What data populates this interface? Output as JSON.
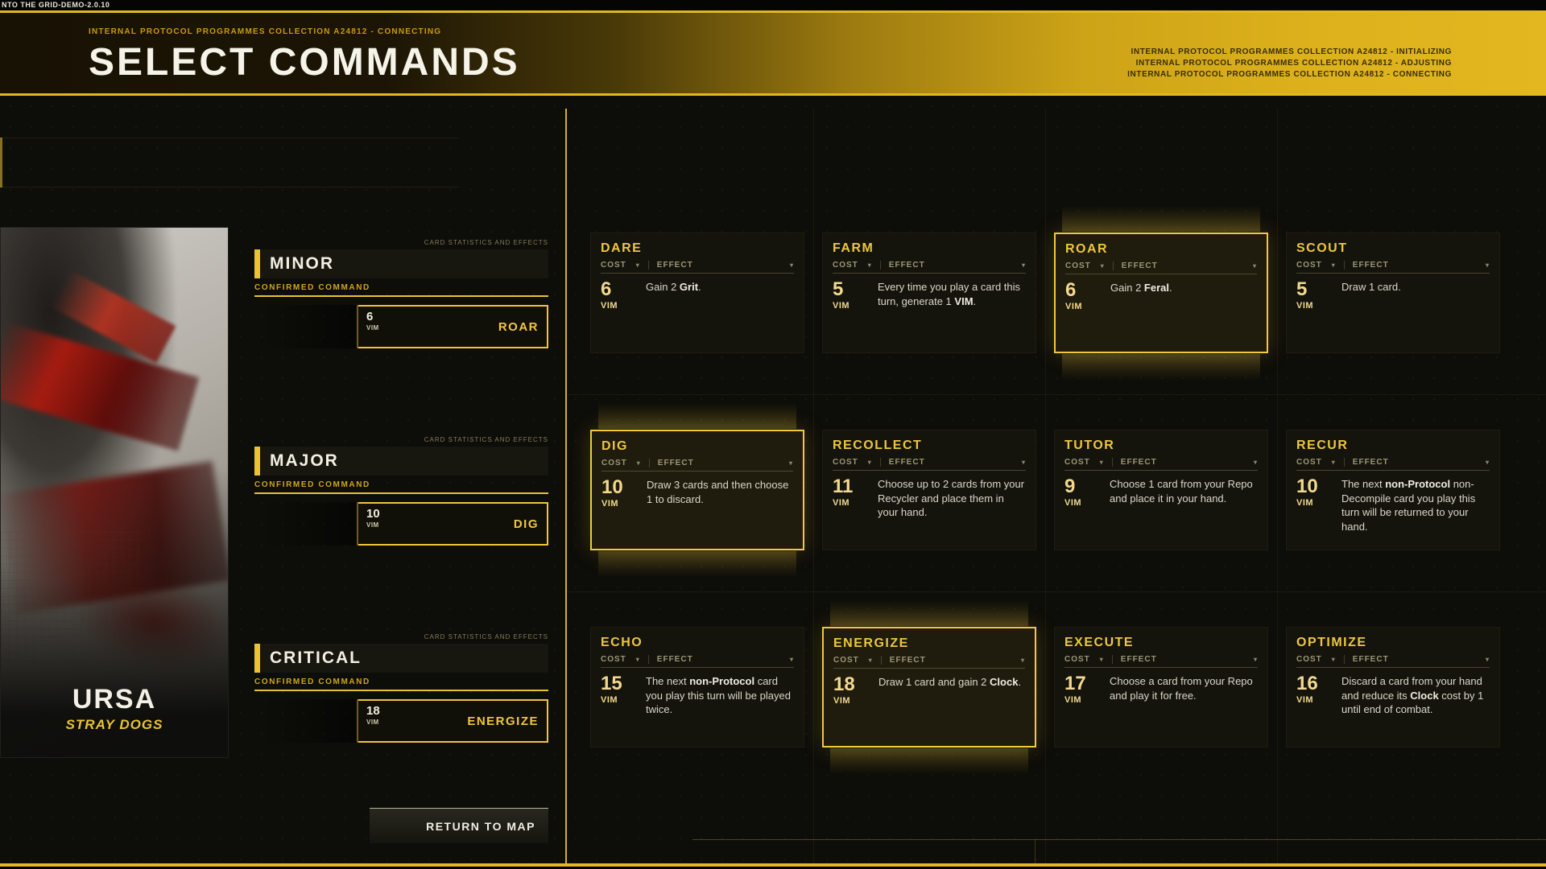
{
  "colors": {
    "accent": "#e9c332",
    "gold_band": "#ddb11c",
    "selected_border": "#f1c93e",
    "card_bg": "#14140d"
  },
  "chrome": {
    "version_text": "NTO THE GRID-DEMO-2.0.10",
    "band_status_left": "INTERNAL PROTOCOL PROGRAMMES COLLECTION A24812 - CONNECTING",
    "title": "SELECT COMMANDS",
    "band_status_right": [
      "INTERNAL PROTOCOL PROGRAMMES COLLECTION A24812 - INITIALIZING",
      "INTERNAL PROTOCOL PROGRAMMES COLLECTION A24812 - ADJUSTING",
      "INTERNAL PROTOCOL PROGRAMMES COLLECTION A24812 - CONNECTING"
    ]
  },
  "character": {
    "name": "URSA",
    "subtitle": "STRAY DOGS"
  },
  "labels": {
    "cost": "COST",
    "effect": "EFFECT",
    "vim": "VIM",
    "confirmed": "CONFIRMED COMMAND",
    "stats_meta": "CARD STATISTICS AND EFFECTS",
    "return": "RETURN TO MAP"
  },
  "slots": [
    {
      "tier": "MINOR",
      "cost": "6",
      "command": "ROAR"
    },
    {
      "tier": "MAJOR",
      "cost": "10",
      "command": "DIG"
    },
    {
      "tier": "CRITICAL",
      "cost": "18",
      "command": "ENERGIZE"
    }
  ],
  "cards": [
    {
      "name": "DARE",
      "cost": "6",
      "selected": false,
      "effect": [
        {
          "t": "Gain 2 "
        },
        {
          "t": "Grit",
          "b": true
        },
        {
          "t": "."
        }
      ]
    },
    {
      "name": "FARM",
      "cost": "5",
      "selected": false,
      "effect": [
        {
          "t": "Every time you play a card this turn, generate 1 "
        },
        {
          "t": "VIM",
          "b": true
        },
        {
          "t": "."
        }
      ]
    },
    {
      "name": "ROAR",
      "cost": "6",
      "selected": true,
      "effect": [
        {
          "t": "Gain 2 "
        },
        {
          "t": "Feral",
          "b": true
        },
        {
          "t": "."
        }
      ]
    },
    {
      "name": "SCOUT",
      "cost": "5",
      "selected": false,
      "effect": [
        {
          "t": "Draw 1 card."
        }
      ]
    },
    {
      "name": "DIG",
      "cost": "10",
      "selected": true,
      "effect": [
        {
          "t": "Draw 3 cards and then choose 1 to discard."
        }
      ]
    },
    {
      "name": "RECOLLECT",
      "cost": "11",
      "selected": false,
      "effect": [
        {
          "t": "Choose up to 2 cards from your Recycler and place them in your hand."
        }
      ]
    },
    {
      "name": "TUTOR",
      "cost": "9",
      "selected": false,
      "effect": [
        {
          "t": "Choose 1 card from your Repo and place it in your hand."
        }
      ]
    },
    {
      "name": "RECUR",
      "cost": "10",
      "selected": false,
      "effect": [
        {
          "t": "The next "
        },
        {
          "t": "non-Protocol",
          "b": true
        },
        {
          "t": " non-Decompile card you play this turn will be returned to your hand."
        }
      ]
    },
    {
      "name": "ECHO",
      "cost": "15",
      "selected": false,
      "effect": [
        {
          "t": "The next "
        },
        {
          "t": "non-Protocol",
          "b": true
        },
        {
          "t": " card you play this turn will be played twice."
        }
      ]
    },
    {
      "name": "ENERGIZE",
      "cost": "18",
      "selected": true,
      "effect": [
        {
          "t": "Draw 1 card and gain 2 "
        },
        {
          "t": "Clock",
          "b": true
        },
        {
          "t": "."
        }
      ]
    },
    {
      "name": "EXECUTE",
      "cost": "17",
      "selected": false,
      "effect": [
        {
          "t": "Choose a card from your Repo and play it for free."
        }
      ]
    },
    {
      "name": "OPTIMIZE",
      "cost": "16",
      "selected": false,
      "effect": [
        {
          "t": "Discard a card from your hand and reduce its "
        },
        {
          "t": "Clock",
          "b": true
        },
        {
          "t": " cost by 1 until end of combat."
        }
      ]
    }
  ]
}
